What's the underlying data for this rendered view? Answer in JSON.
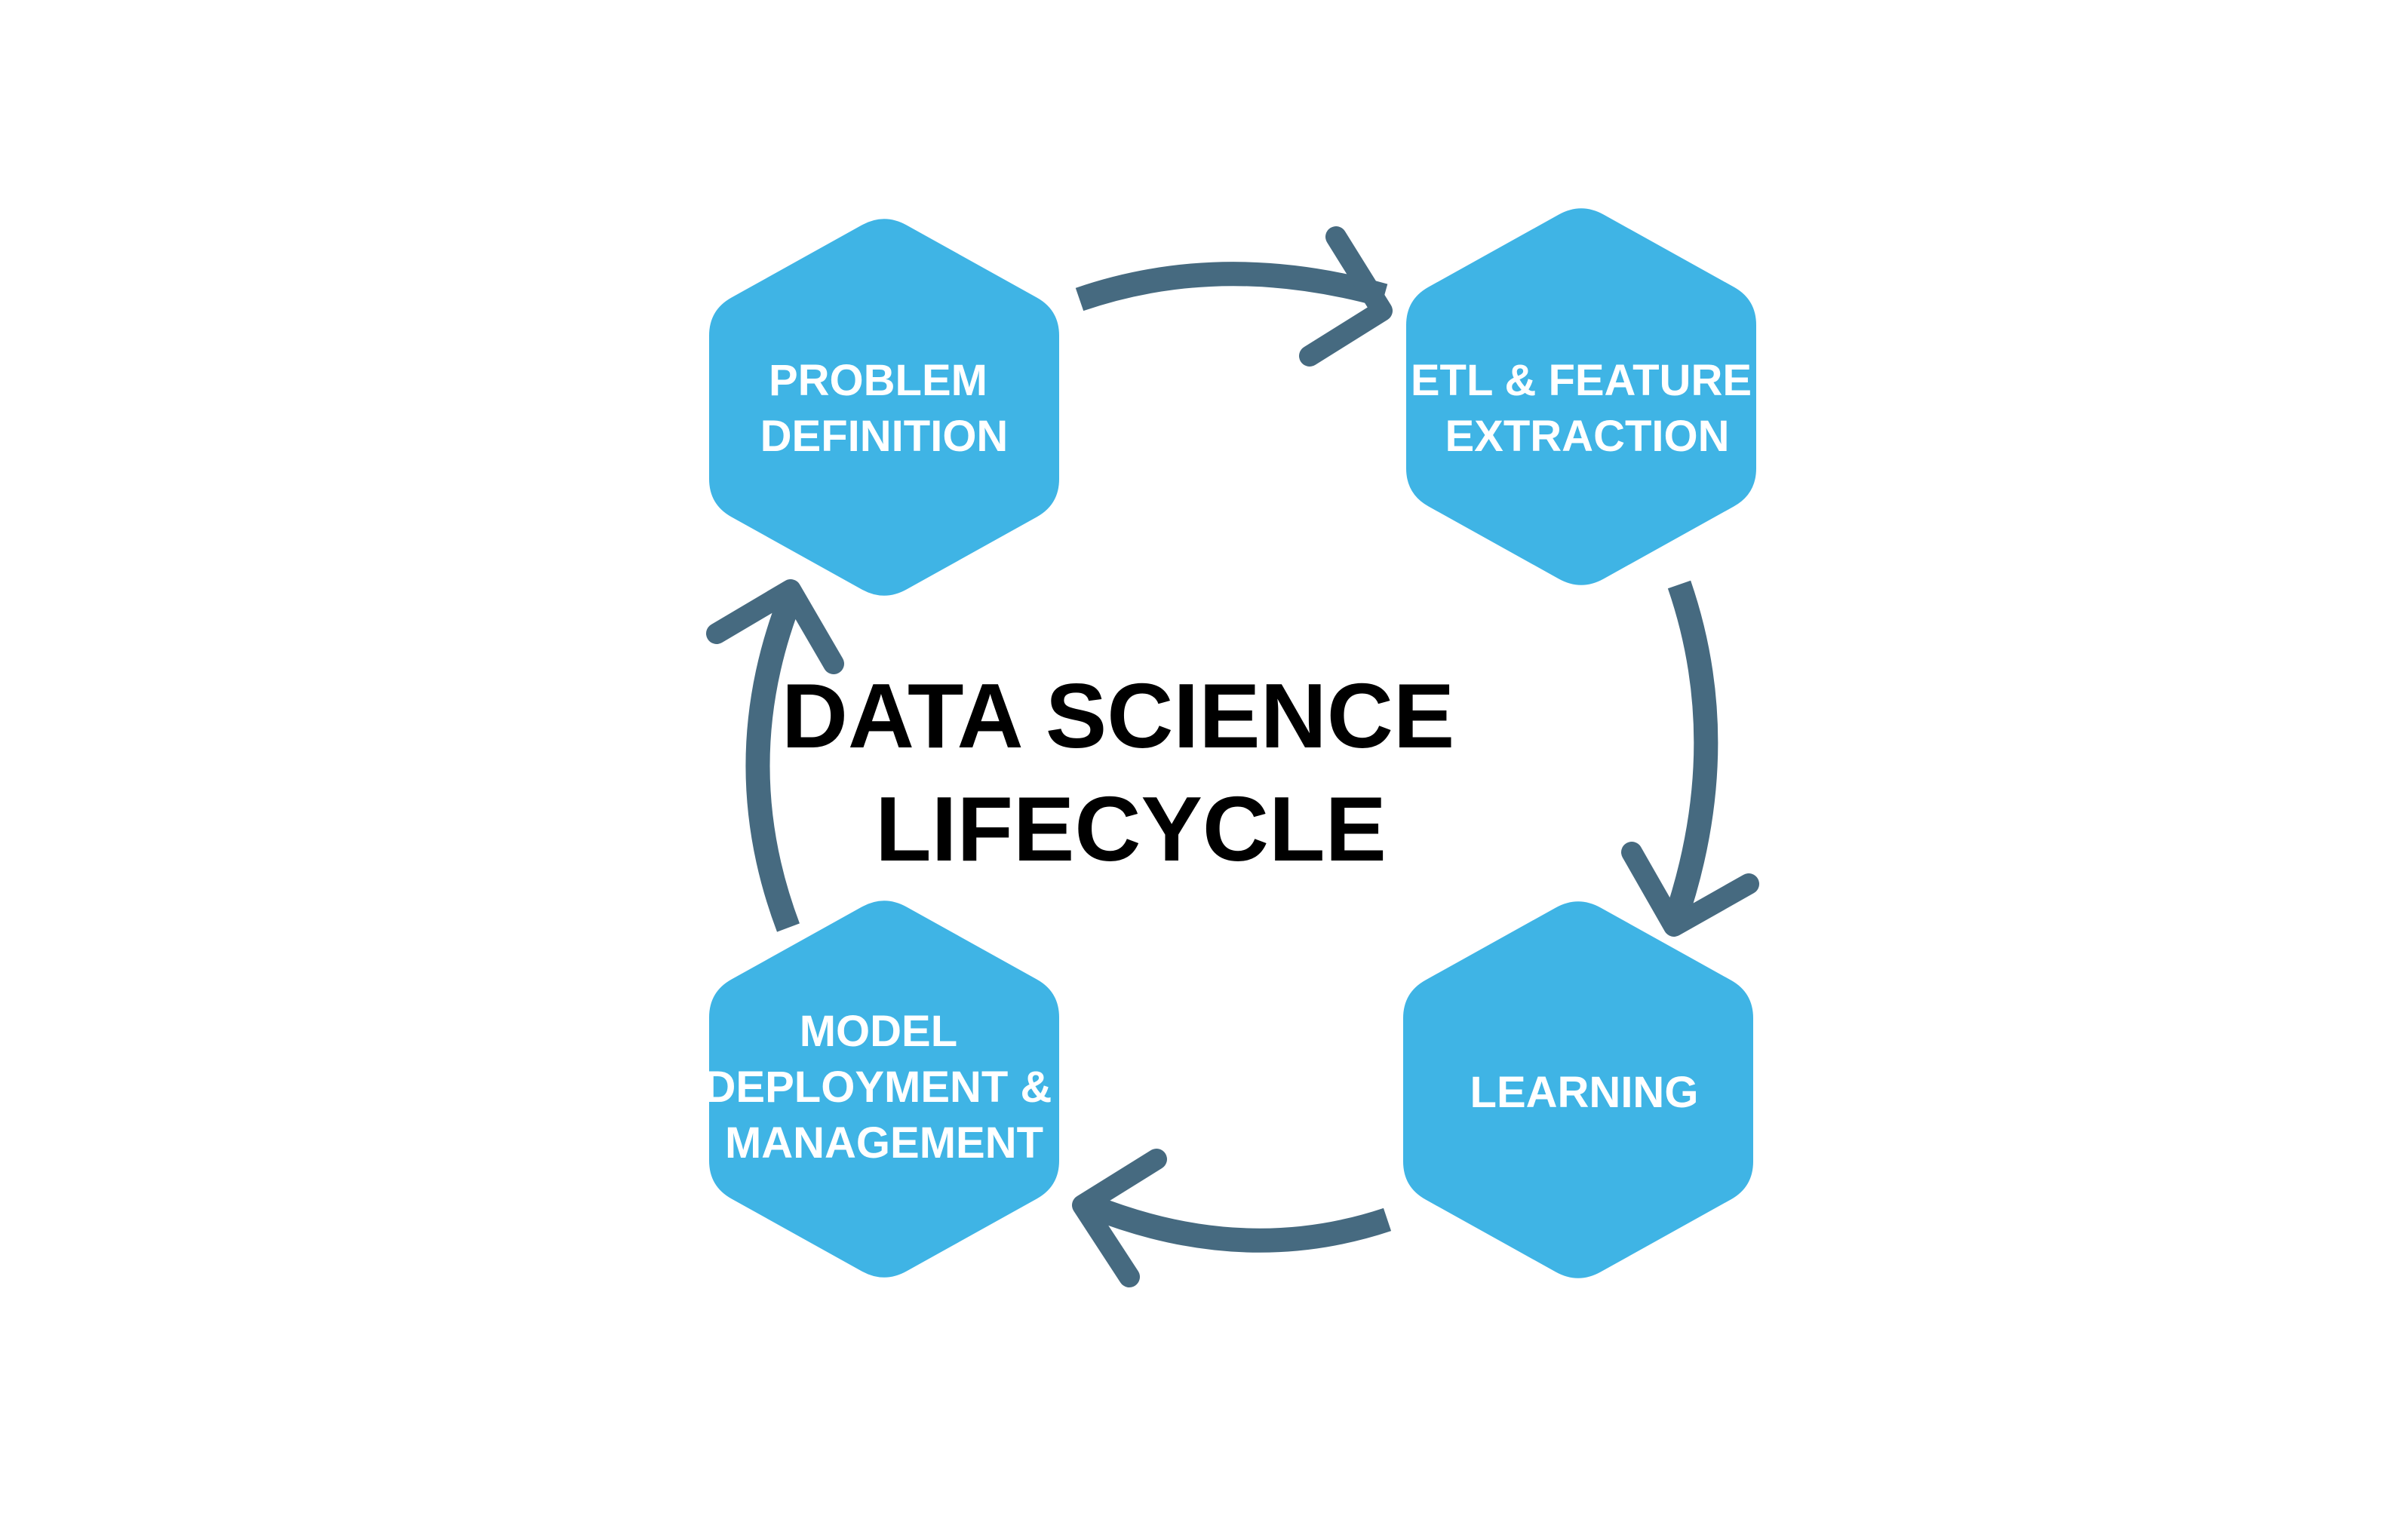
{
  "title": {
    "lines": [
      "DATA SCIENCE",
      "LIFECYCLE"
    ]
  },
  "colors": {
    "stage_fill": "#3fb4e5",
    "stage_text": "#ffffff",
    "arrow": "#466a80",
    "title_text": "#000000",
    "background": "#ffffff"
  },
  "stages": [
    {
      "id": "problem-definition",
      "lines": [
        "PROBLEM",
        "DEFINITION"
      ]
    },
    {
      "id": "etl-feature-extraction",
      "lines": [
        "ETL & FEATURE",
        "EXTRACTION"
      ]
    },
    {
      "id": "learning",
      "lines": [
        "LEARNING"
      ]
    },
    {
      "id": "model-deployment-management",
      "lines": [
        "MODEL",
        "DEPLOYMENT &",
        "MANAGEMENT"
      ]
    }
  ],
  "flow": [
    {
      "from": "problem-definition",
      "to": "etl-feature-extraction"
    },
    {
      "from": "etl-feature-extraction",
      "to": "learning"
    },
    {
      "from": "learning",
      "to": "model-deployment-management"
    },
    {
      "from": "model-deployment-management",
      "to": "problem-definition"
    }
  ]
}
